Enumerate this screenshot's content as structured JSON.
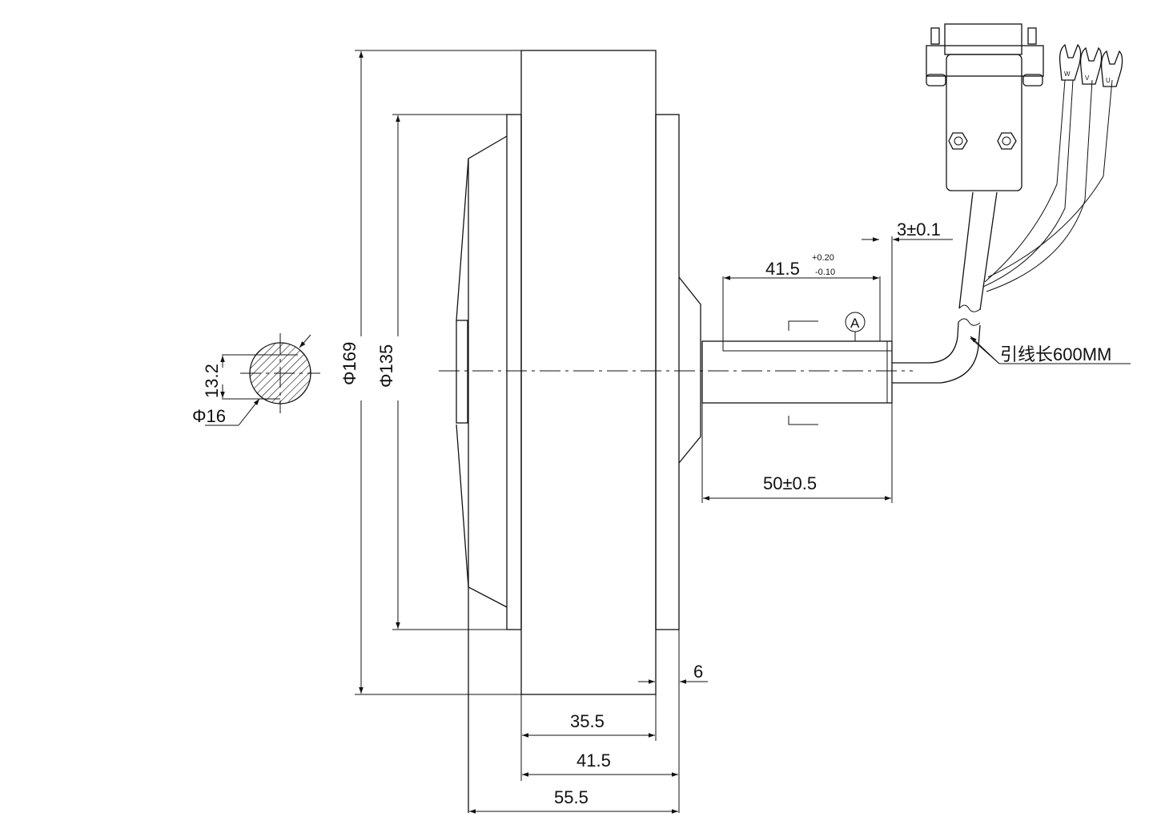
{
  "dimensions": {
    "phi169": "Φ169",
    "phi135": "Φ135",
    "phi16": "Φ16",
    "flat": "13.2",
    "len_35_5": "35.5",
    "len_41_5": "41.5",
    "len_55_5": "55.5",
    "six": "6",
    "shaft_len": "50±0.5",
    "key_len": "41.5",
    "key_tol_upper": "+0.20",
    "key_tol_lower": "-0.10",
    "key_offset": "3±0.1"
  },
  "labels": {
    "datum": "A",
    "lead_length": "引线长600MM",
    "wire_u": "U",
    "wire_v": "V",
    "wire_w": "W"
  },
  "colors": {
    "line": "#111111",
    "background": "#ffffff"
  }
}
